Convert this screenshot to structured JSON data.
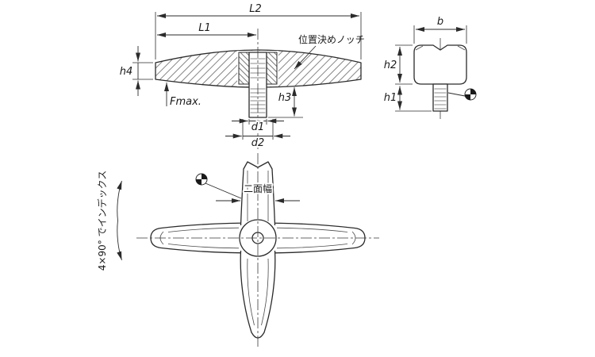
{
  "colors": {
    "line": "#2b2b2b",
    "background": "#ffffff"
  },
  "side_view": {
    "dim_l2": "L2",
    "dim_l1": "L1",
    "dim_h4": "h4",
    "dim_h3": "h3",
    "dim_d1": "d1",
    "dim_d2": "d2",
    "label_fmax": "Fmax.",
    "label_notch": "位置決めノッチ"
  },
  "end_view": {
    "dim_b": "b",
    "dim_h2": "h2",
    "dim_h1": "h1"
  },
  "top_view": {
    "label_flats": "二面幅",
    "label_index": "4×90° でインデックス"
  }
}
